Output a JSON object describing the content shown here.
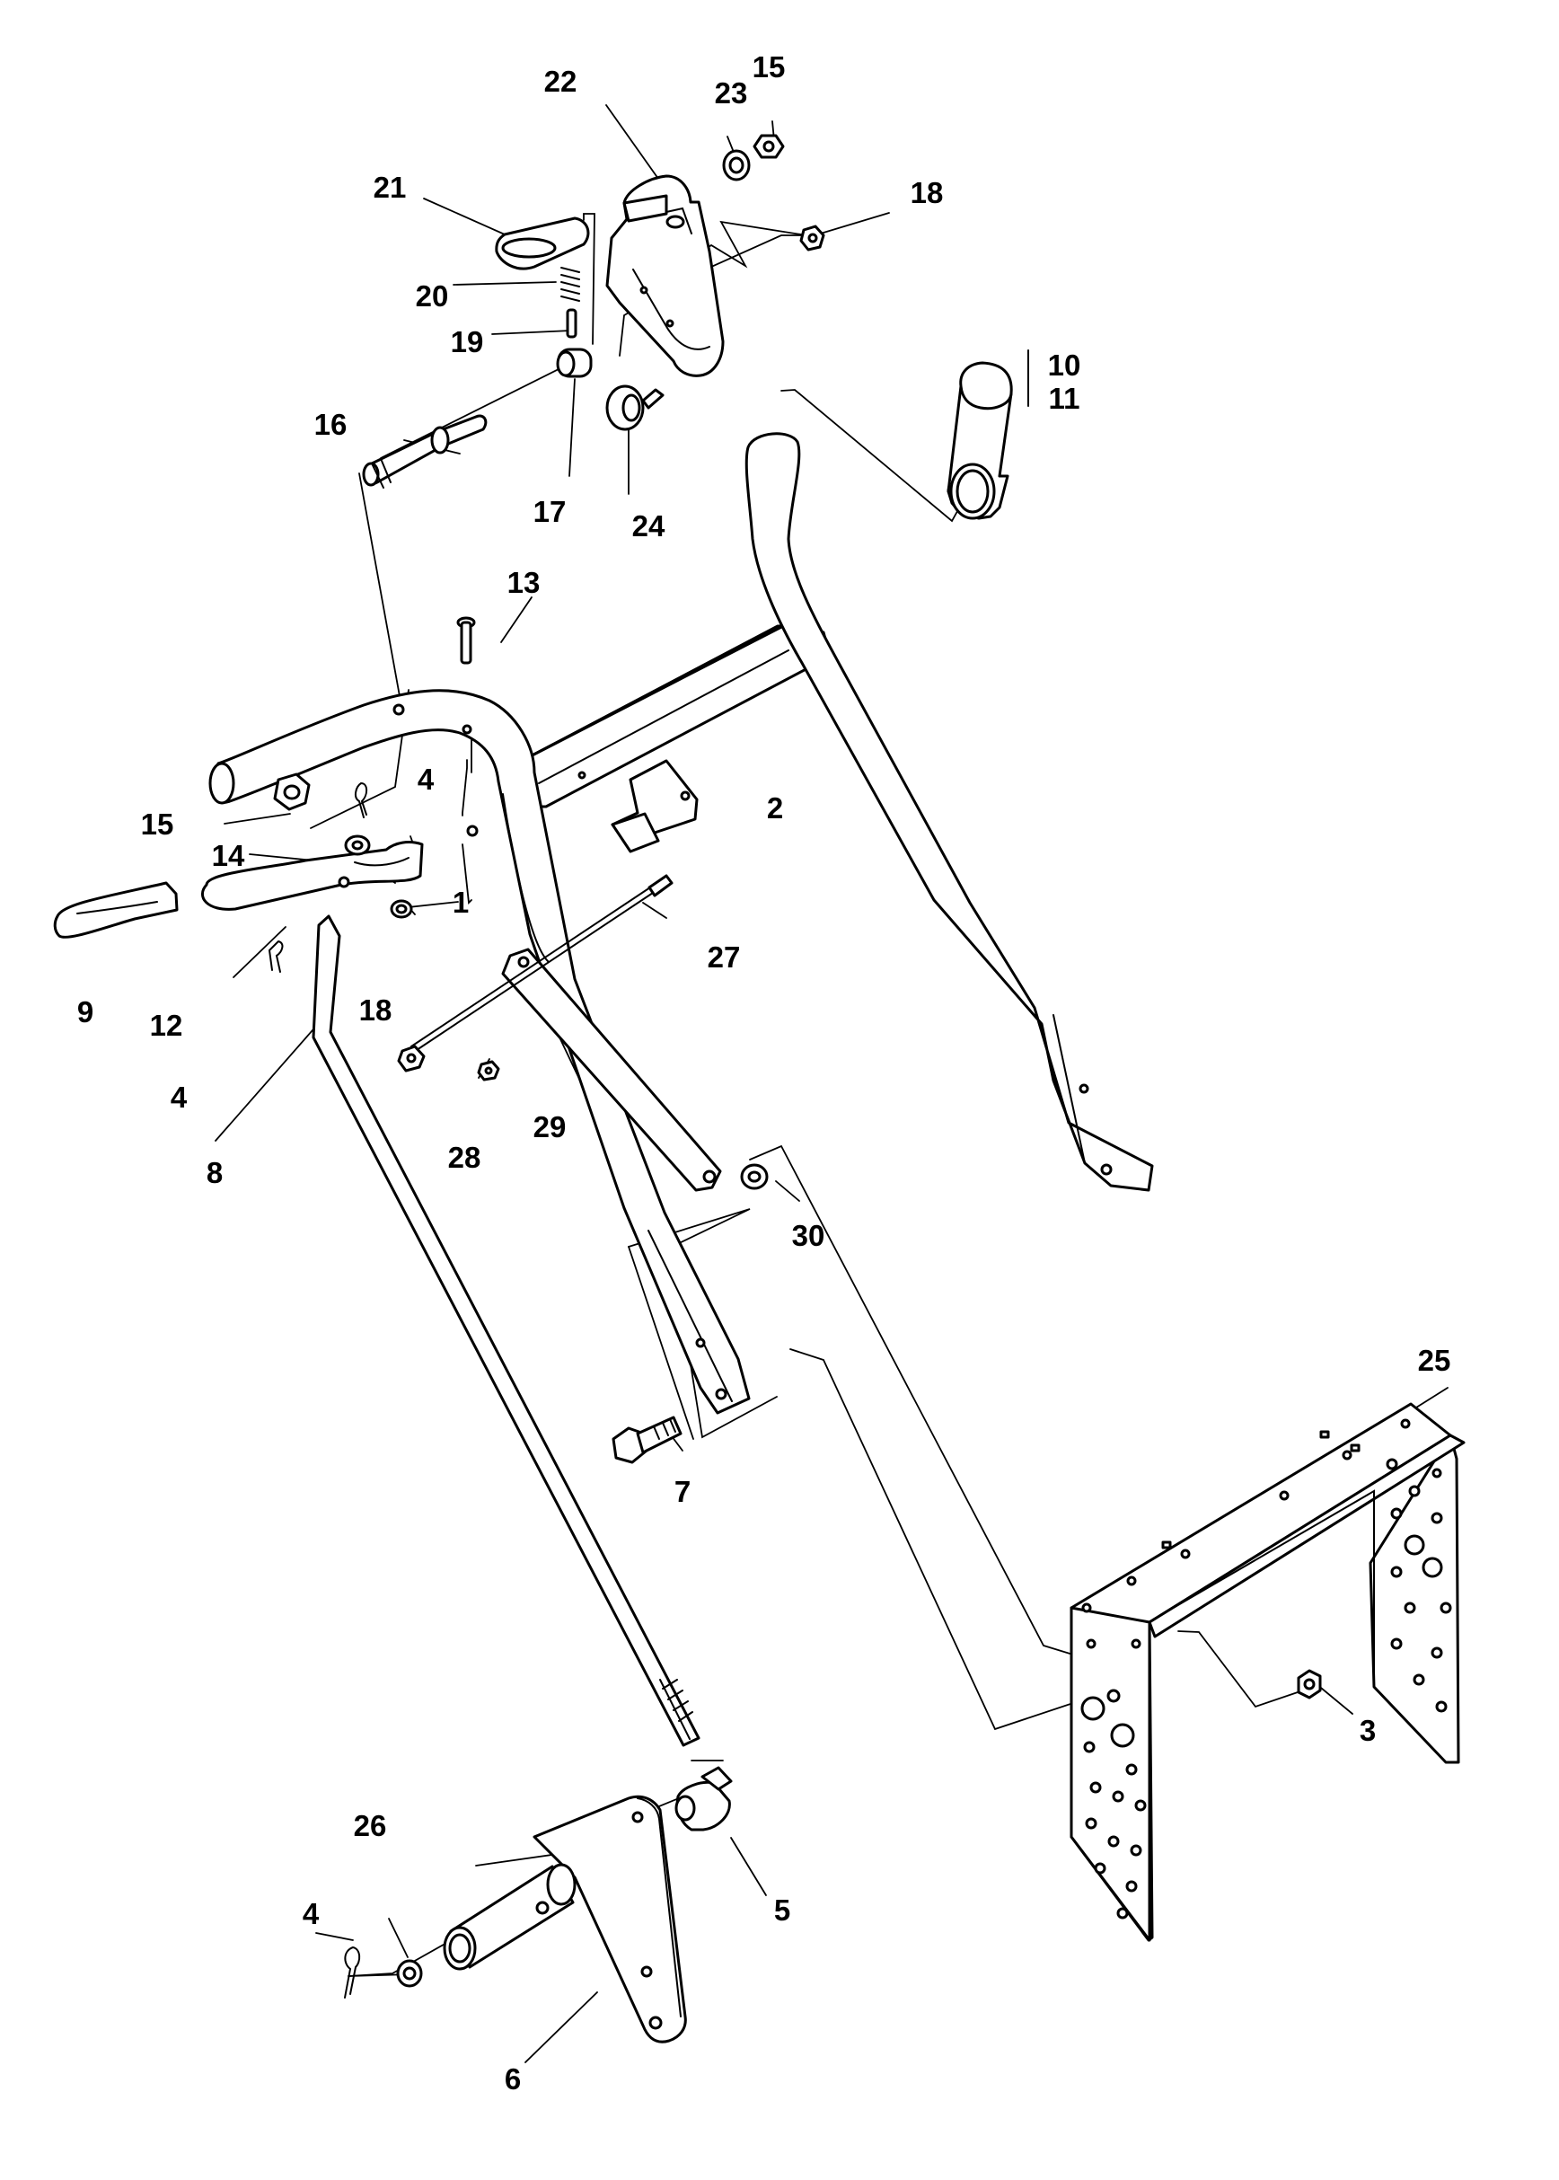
{
  "diagram": {
    "callouts": {
      "c1": "1",
      "c2": "2",
      "c3": "3",
      "c4a": "4",
      "c4b": "4",
      "c4c": "4",
      "c5": "5",
      "c6": "6",
      "c7": "7",
      "c8": "8",
      "c9": "9",
      "c10": "10",
      "c11": "11",
      "c12": "12",
      "c13": "13",
      "c14": "14",
      "c15a": "15",
      "c15b": "15",
      "c16": "16",
      "c17": "17",
      "c18a": "18",
      "c18b": "18",
      "c19": "19",
      "c20": "20",
      "c21": "21",
      "c22": "22",
      "c23": "23",
      "c24": "24",
      "c25": "25",
      "c26": "26",
      "c27": "27",
      "c28": "28",
      "c29": "29",
      "c30": "30"
    }
  }
}
